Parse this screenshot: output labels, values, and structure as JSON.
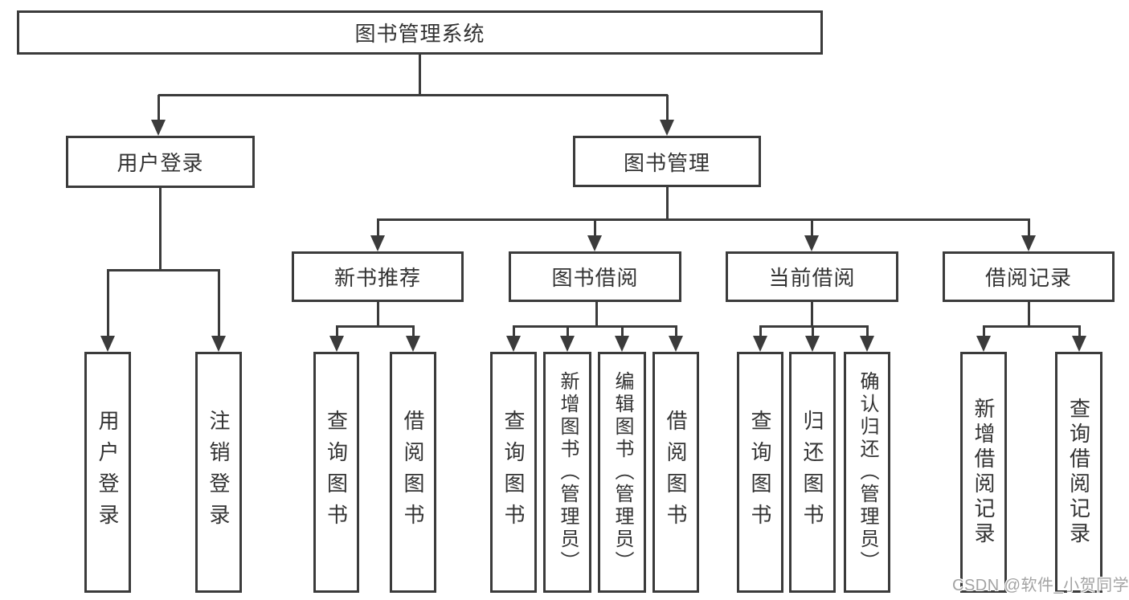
{
  "diagram": {
    "title": "图书管理系统",
    "root": {
      "label": "图书管理系统"
    },
    "level2": [
      {
        "label": "用户登录"
      },
      {
        "label": "图书管理"
      }
    ],
    "level3": [
      {
        "label": "新书推荐"
      },
      {
        "label": "图书借阅"
      },
      {
        "label": "当前借阅"
      },
      {
        "label": "借阅记录"
      }
    ],
    "leaves": {
      "user_login": [
        "用户登录",
        "注销登录"
      ],
      "new_book": [
        "查询图书",
        "借阅图书"
      ],
      "book_borrow": [
        "查询图书",
        "新增图书（管理员）",
        "编辑图书（管理员）",
        "借阅图书"
      ],
      "current_borrow": [
        "查询图书",
        "归还图书",
        "确认归还（管理员）"
      ],
      "borrow_record": [
        "新增借阅记录",
        "查询借阅记录"
      ]
    }
  },
  "watermark": {
    "text": "CSDN @软件_小贺同学"
  },
  "colors": {
    "line": "#3b3b3b",
    "text": "#333333",
    "watermark_gray": "#a3a3a3",
    "background": "#ffffff"
  }
}
